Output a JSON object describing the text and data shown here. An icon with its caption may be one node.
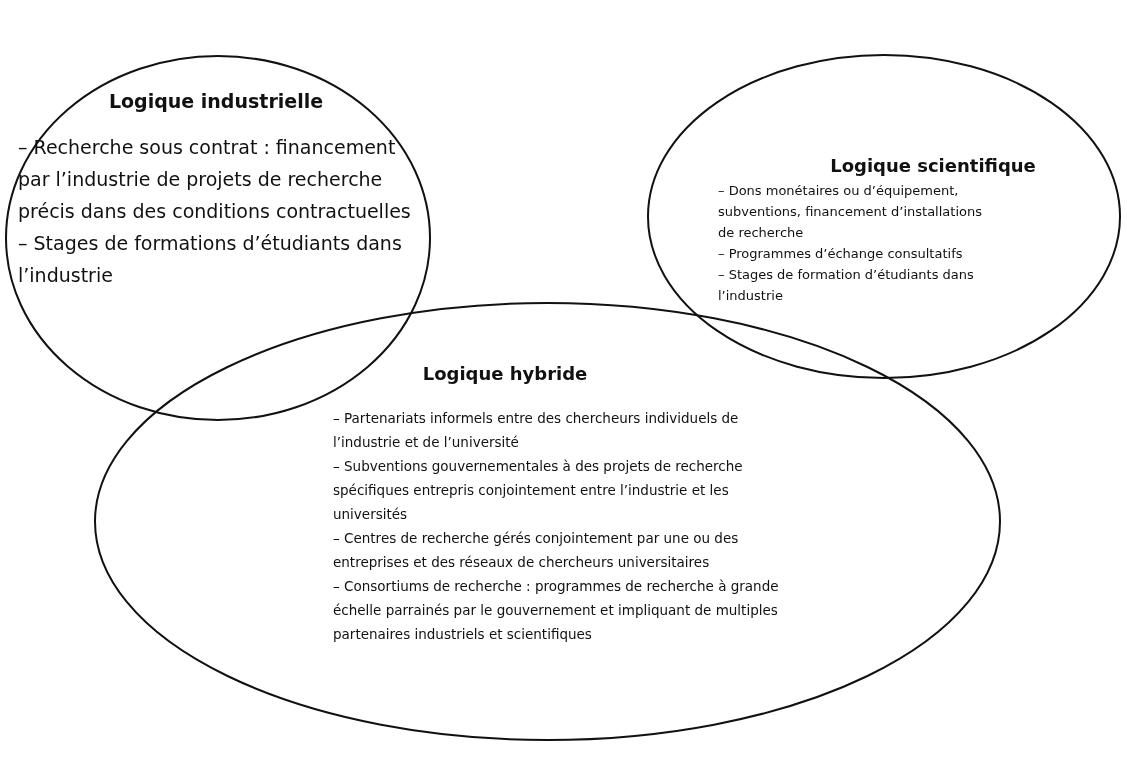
{
  "diagram": {
    "nodes": [
      {
        "text": [
          "Logique industrielle",
          "– Recherche sous contrat : financement par l’industrie de projets de recherche précis dans des conditions contractuelles",
          "– Stages de formations d’étudiants dans l’industrie"
        ]
      },
      {
        "text": [
          "Logique scientifique",
          "– Dons monétaires ou d’équipement, subventions, financement d’installations de recherche",
          "– Programmes d’échange consultatifs",
          "– Stages de formation d’étudiants dans l’industrie"
        ]
      },
      {
        "text": [
          "Logique hybride",
          "– Partenariats informels entre des chercheurs individuels de l’industrie et de l’université",
          "– Subventions gouvernementales à des projets de recherche spécifiques entrepris conjointement entre l’industrie et les universités",
          "– Centres de recherche gérés conjointement par une ou des entreprises et des réseaux de chercheurs universitaires",
          "– Consortiums de recherche : programmes de recherche à grande échelle parrainés par le gouvernement et impliquant de multiples partenaires industriels et scientifiques"
        ]
      }
    ]
  }
}
